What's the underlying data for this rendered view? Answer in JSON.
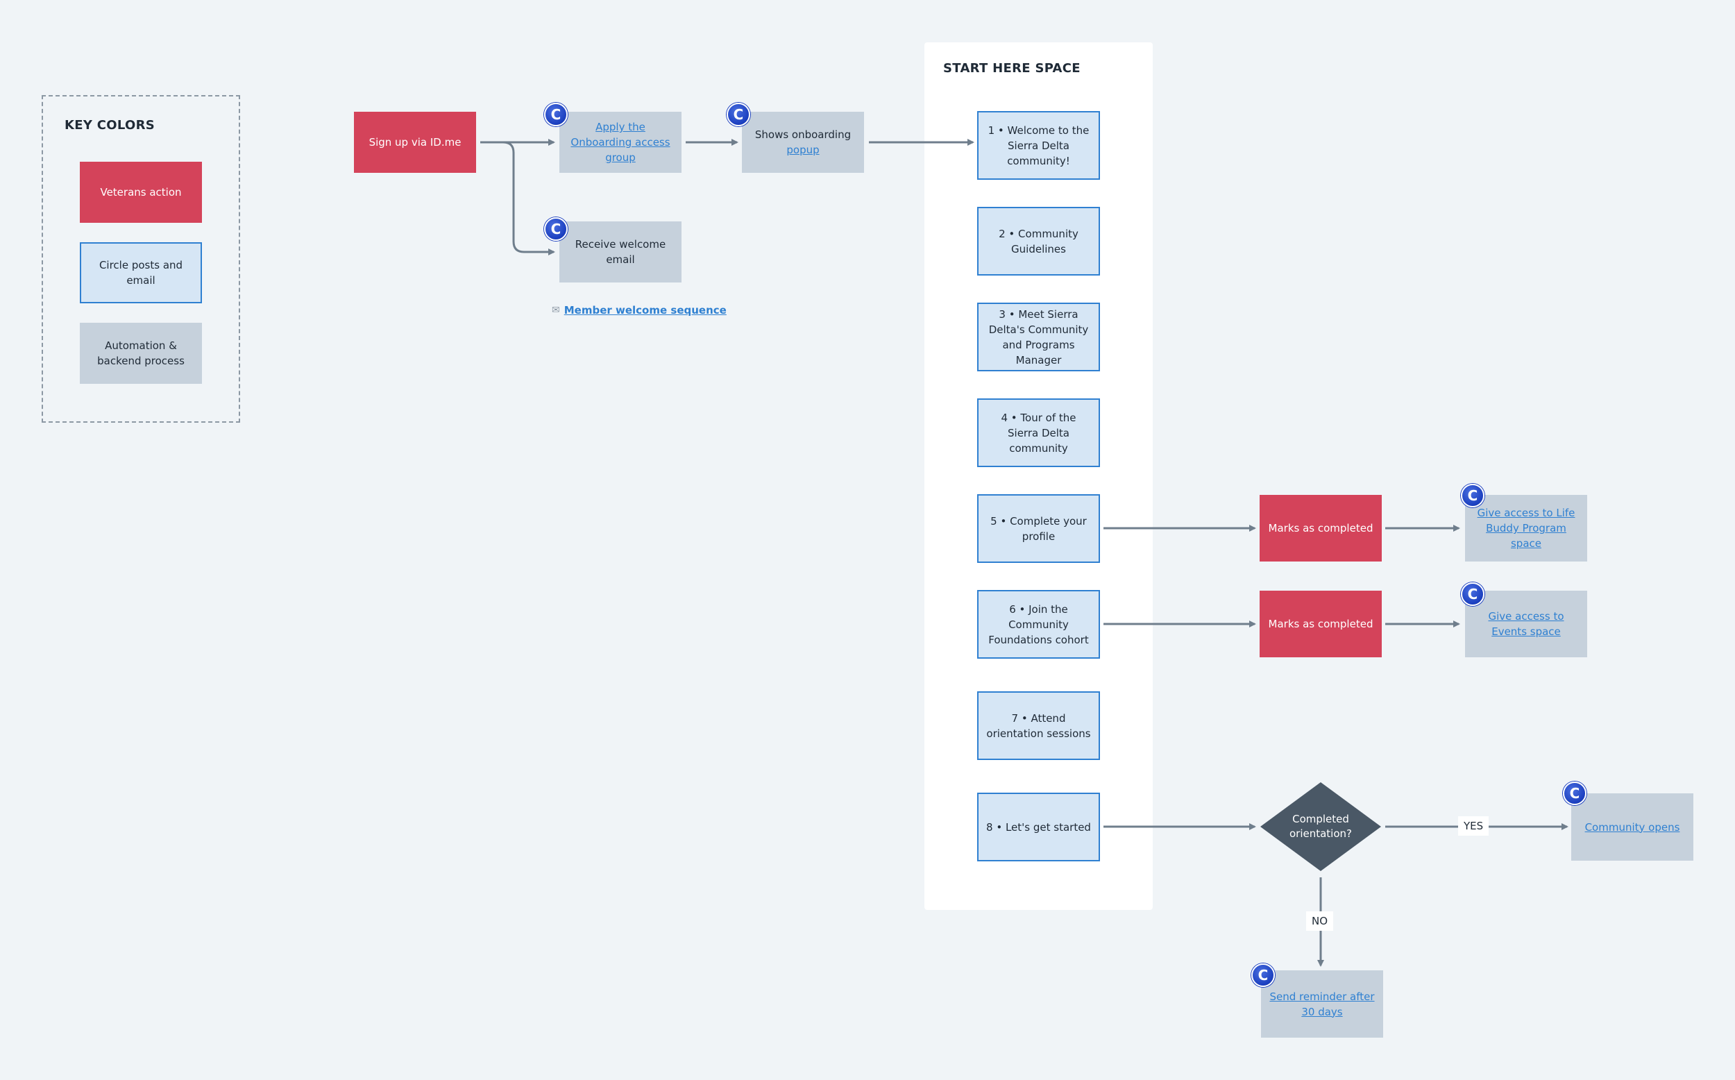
{
  "legend": {
    "title": "KEY COLORS",
    "items": [
      {
        "label": "Veterans action"
      },
      {
        "label": "Circle posts and email"
      },
      {
        "label": "Automation & backend process"
      }
    ]
  },
  "flow": {
    "signup": "Sign up via ID.me",
    "apply_group": "Apply the Onboarding access group",
    "popup_prefix": "Shows onboarding",
    "popup_link": "popup",
    "welcome_email": "Receive welcome email",
    "welcome_sequence": "Member welcome sequence",
    "badge_letter": "C"
  },
  "start_space": {
    "title": "START HERE SPACE",
    "steps": [
      {
        "label": "1 • Welcome to the Sierra Delta community!"
      },
      {
        "label": "2 • Community Guidelines"
      },
      {
        "label": "3 • Meet Sierra Delta's Community and Programs Manager"
      },
      {
        "label": "4 • Tour of the Sierra Delta community"
      },
      {
        "label": "5 • Complete your profile"
      },
      {
        "label": "6 • Join the Community Foundations cohort"
      },
      {
        "label": "7 • Attend orientation sessions"
      },
      {
        "label": "8 • Let's get started"
      }
    ]
  },
  "branches": {
    "marks_completed_1": "Marks as completed",
    "marks_completed_2": "Marks as completed",
    "life_buddy": "Give access to Life Buddy Program space",
    "events": "Give access to Events space",
    "decision": "Completed orientation?",
    "yes": "YES",
    "no": "NO",
    "community_opens": "Community opens",
    "reminder": "Send reminder after 30 days"
  },
  "colors": {
    "veterans_action": "#d4435a",
    "circle_posts": "#d6e6f5",
    "circle_border": "#2f80d1",
    "automation": "#c6d1dc",
    "connector": "#6f7e8c",
    "decision": "#4a5866",
    "background": "#f0f4f7"
  }
}
